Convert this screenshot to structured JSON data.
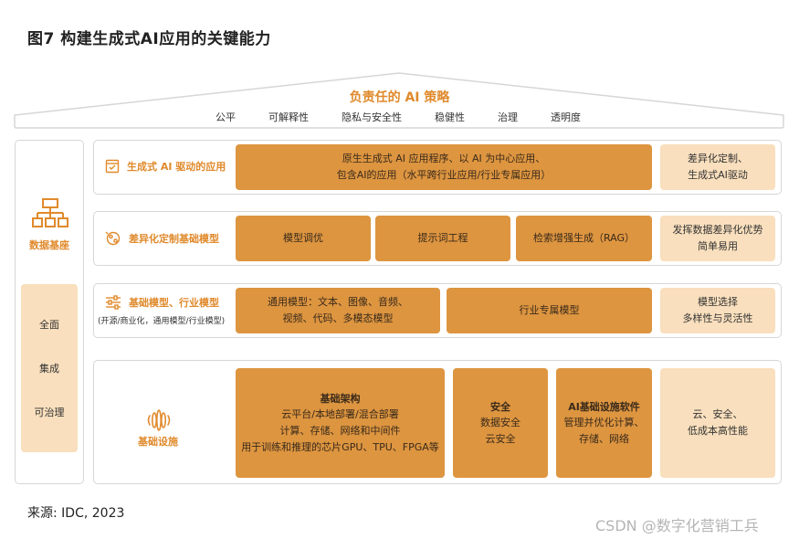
{
  "title": "图7 构建生成式AI应用的关键能力",
  "roof": {
    "title": "负责任的 AI 策略",
    "principles": [
      "公平",
      "可解释性",
      "隐私与安全性",
      "稳健性",
      "治理",
      "透明度"
    ]
  },
  "pillar": {
    "label": "数据基座",
    "items": [
      "全面",
      "集成",
      "可治理"
    ]
  },
  "rows": {
    "apps": {
      "label": "生成式 AI 驱动的应用",
      "box1_line1": "原生生成式 AI 应用程序、以 AI 为中心应用、",
      "box1_line2": "包含AI的应用（水平跨行业应用/行业专属应用）",
      "side_line1": "差异化定制、",
      "side_line2": "生成式AI驱动"
    },
    "custom": {
      "label": "差异化定制基础模型",
      "box1": "模型调优",
      "box2": "提示词工程",
      "box3": "检索增强生成（RAG）",
      "side_line1": "发挥数据差异化优势",
      "side_line2": "简单易用"
    },
    "models": {
      "label": "基础模型、行业模型",
      "sublabel": "(开源/商业化，通用模型/行业模型)",
      "box1_line1": "通用模型：文本、图像、音频、",
      "box1_line2": "视频、代码、多模态模型",
      "box2": "行业专属模型",
      "side_line1": "模型选择",
      "side_line2": "多样性与灵活性"
    },
    "infra": {
      "label": "基础设施",
      "arch_title": "基础架构",
      "arch_line1": "云平台/本地部署/混合部署",
      "arch_line2": "计算、存储、网络和中间件",
      "arch_line3": "用于训练和推理的芯片GPU、TPU、FPGA等",
      "sec_title": "安全",
      "sec_line1": "数据安全",
      "sec_line2": "云安全",
      "soft_title": "AI基础设施软件",
      "soft_line1": "管理并优化计算、",
      "soft_line2": "存储、网络",
      "side_line1": "云、安全、",
      "side_line2": "低成本高性能"
    }
  },
  "source": "来源: IDC, 2023",
  "watermark": "CSDN @数字化营销工兵",
  "colors": {
    "accent": "#e08a2c",
    "box": "#dd9540",
    "light": "#f9dfbd",
    "border": "#d6d6d6"
  }
}
